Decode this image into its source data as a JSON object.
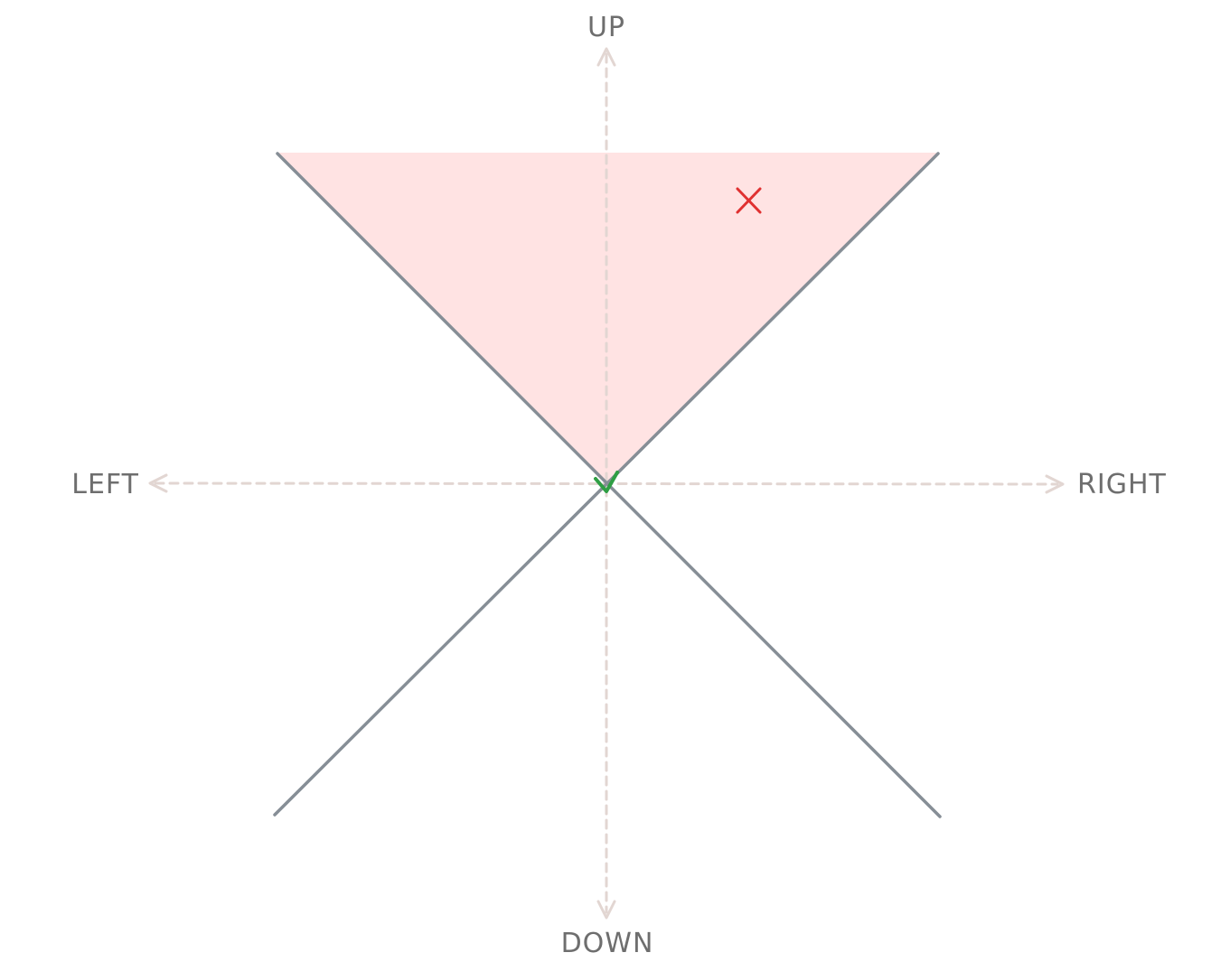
{
  "labels": {
    "up": "UP",
    "down": "DOWN",
    "left": "LEFT",
    "right": "RIGHT"
  },
  "colors": {
    "background": "#ffffff",
    "axis_dashed": "#e2d6d2",
    "diagonal_lines": "#868e96",
    "cone_fill": "#ffe3e3",
    "origin_mark": "#2f9e44",
    "target_mark": "#e03131",
    "label_text": "#6e6e6e"
  },
  "icons": {
    "origin": "check-mark-icon",
    "target": "x-mark-icon"
  }
}
